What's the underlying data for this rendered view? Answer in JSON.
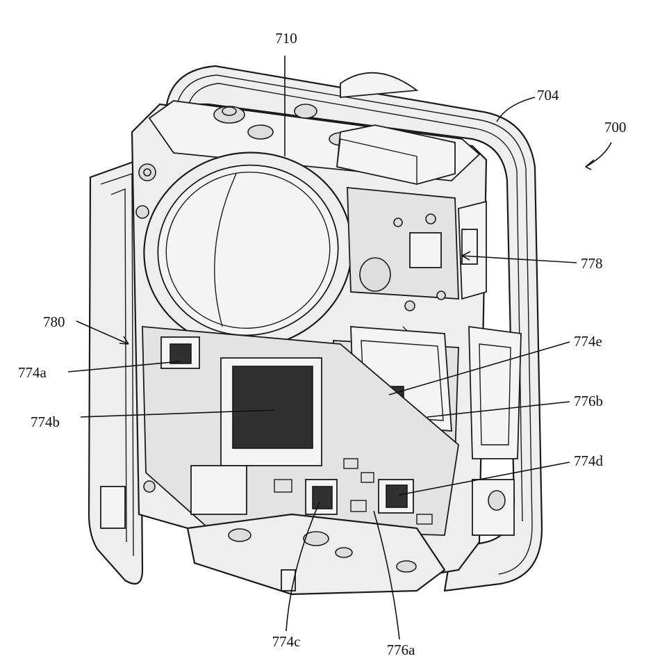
{
  "figure": {
    "ref_numerals": {
      "device": "700",
      "housing": "704",
      "lens": "710",
      "component_778": "778",
      "component_780": "780",
      "chip_a": "774a",
      "chip_b": "774b",
      "chip_c": "774c",
      "chip_d": "774d",
      "chip_e": "774e",
      "board_a": "776a",
      "board_b": "776b"
    }
  }
}
